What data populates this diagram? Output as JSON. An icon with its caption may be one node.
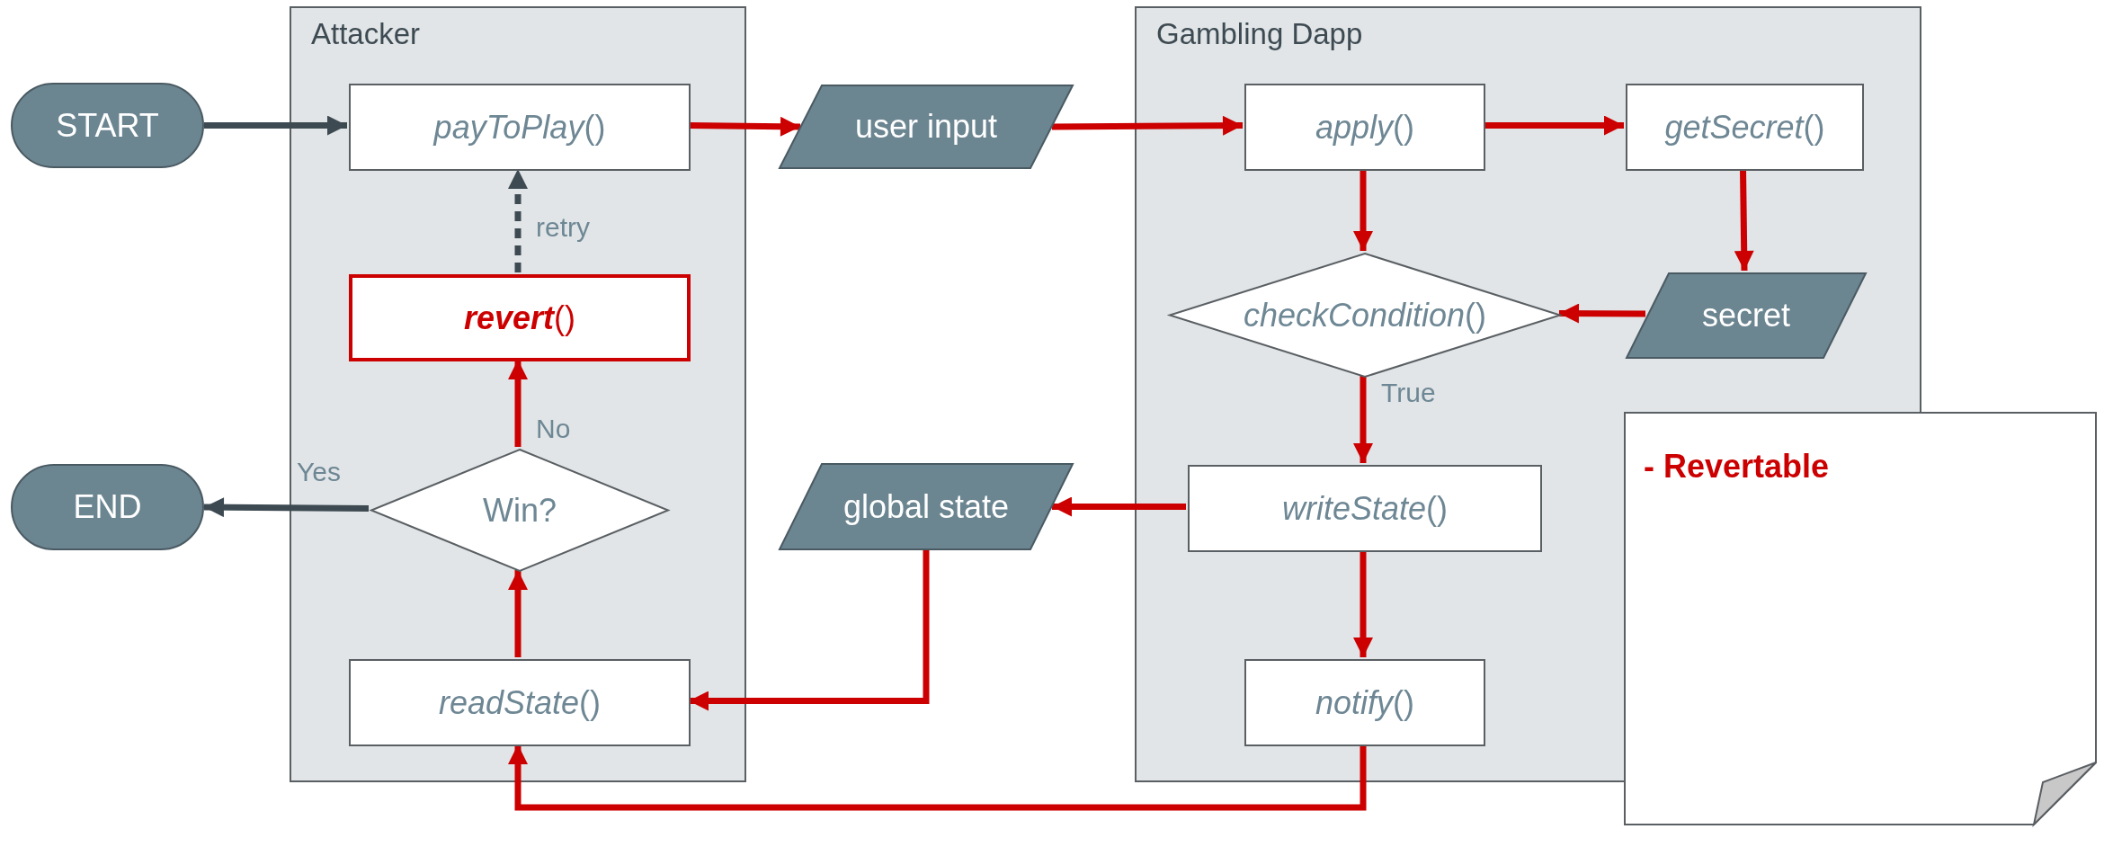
{
  "diagram": {
    "nodes": [
      {
        "text": [
          "Attacker"
        ]
      },
      {
        "text": [
          "Gambling Dapp"
        ]
      },
      {
        "text": [
          "START"
        ]
      },
      {
        "text": [
          "*payToPlay*()"
        ],
        "in": 0
      },
      {
        "text": [
          "user input"
        ]
      },
      {
        "text": [
          "*apply*()"
        ],
        "in": 1
      },
      {
        "text": [
          "*getSecret*()"
        ],
        "in": 1
      },
      {
        "text": [
          "*revert*()"
        ],
        "in": 0
      },
      {
        "text": [
          "*checkCondition*()"
        ],
        "in": 1
      },
      {
        "text": [
          "secret"
        ],
        "in": 1
      },
      {
        "text": [
          "END"
        ]
      },
      {
        "text": [
          "Win?"
        ],
        "in": 0
      },
      {
        "text": [
          "global state"
        ]
      },
      {
        "text": [
          "*writeState*()"
        ],
        "in": 1
      },
      {
        "text": [
          "- Revertable"
        ]
      },
      {
        "text": [
          "*readState*()"
        ],
        "in": 0
      },
      {
        "text": [
          "*notify*()"
        ],
        "in": 1
      }
    ],
    "edges": [
      {
        "from": 2,
        "to": 3,
        "arrow": "to",
        "color": "#3d4a52"
      },
      {
        "from": 3,
        "to": 4,
        "arrow": "to"
      },
      {
        "from": 4,
        "to": 5,
        "arrow": "to"
      },
      {
        "from": 5,
        "to": 6,
        "arrow": "to"
      },
      {
        "from": 5,
        "to": 8,
        "arrow": "to"
      },
      {
        "from": 6,
        "to": 9,
        "arrow": "to"
      },
      {
        "from": 9,
        "to": 8,
        "arrow": "to"
      },
      {
        "from": 8,
        "to": 13,
        "arrow": "to",
        "label": "True"
      },
      {
        "from": 13,
        "to": 12,
        "arrow": "to"
      },
      {
        "from": 13,
        "to": 16,
        "arrow": "to"
      },
      {
        "from": 12,
        "to": 15,
        "arrow": "to"
      },
      {
        "from": 16,
        "to": 15,
        "arrow": "to"
      },
      {
        "from": 15,
        "to": 11,
        "arrow": "to"
      },
      {
        "from": 11,
        "to": 7,
        "arrow": "to",
        "label": "No"
      },
      {
        "from": 11,
        "to": 10,
        "arrow": "to",
        "label": "Yes",
        "color": "#3d4a52"
      },
      {
        "from": 7,
        "to": 3,
        "arrow": "to",
        "label": "retry",
        "style": "dashed",
        "color": "#3d4a52"
      }
    ]
  }
}
